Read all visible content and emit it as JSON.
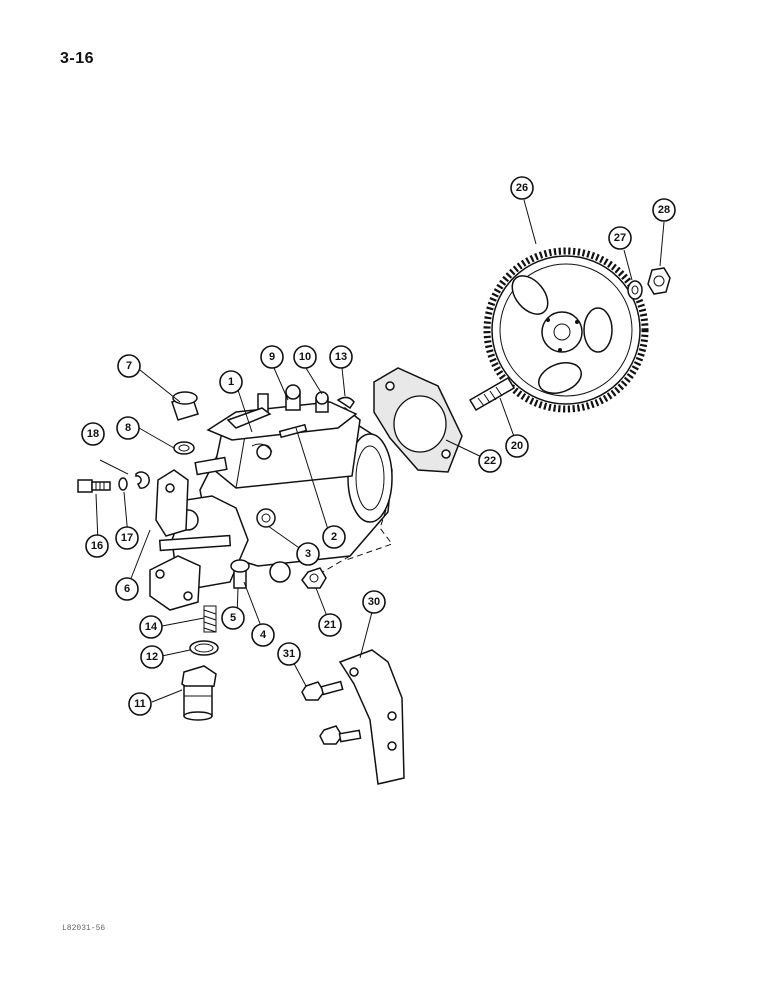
{
  "page": {
    "number": "3-16",
    "figure_code": "L82031-56"
  },
  "callouts": [
    "1",
    "2",
    "3",
    "4",
    "5",
    "6",
    "7",
    "8",
    "9",
    "10",
    "11",
    "12",
    "13",
    "14",
    "16",
    "17",
    "18",
    "20",
    "21",
    "22",
    "26",
    "27",
    "28",
    "30",
    "31"
  ]
}
